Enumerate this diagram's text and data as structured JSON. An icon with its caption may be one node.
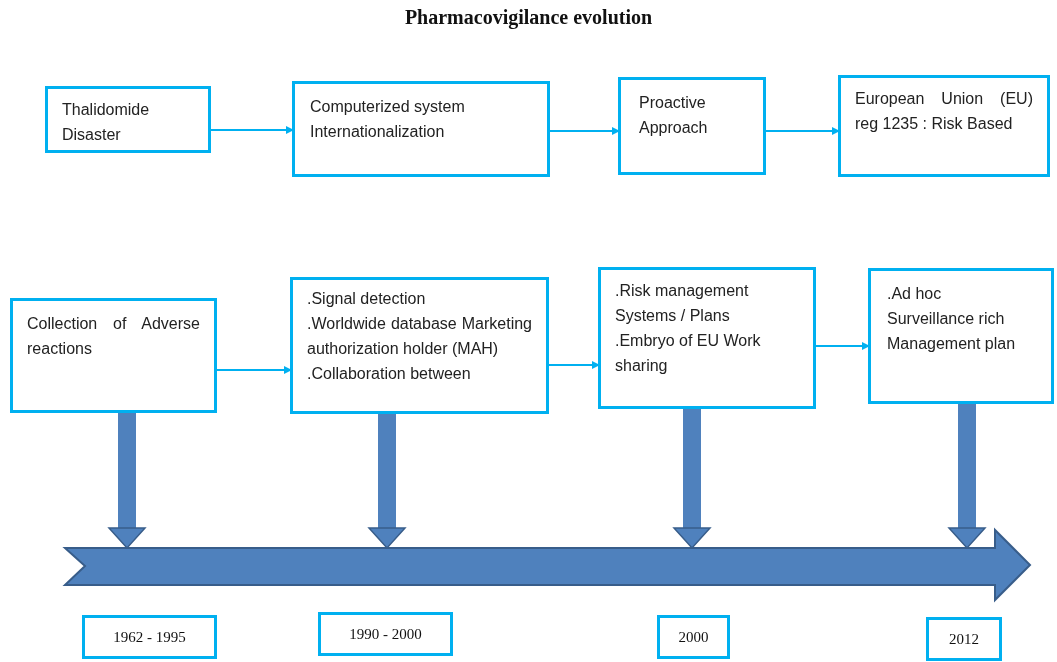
{
  "diagram": {
    "title": "Pharmacovigilance evolution",
    "nodes": [
      {
        "text": [
          "Thalidomide Disaster"
        ]
      },
      {
        "text": [
          "Computerized system Internationalization"
        ]
      },
      {
        "text": [
          "Proactive Approach"
        ]
      },
      {
        "text": [
          "European Union (EU) reg 1235 : Risk Based"
        ]
      },
      {
        "text": [
          "Collection of Adverse reactions"
        ]
      },
      {
        "text": [
          ".Signal detection",
          ".Worldwide database Marketing authorization holder (MAH)",
          ".Collaboration between"
        ]
      },
      {
        "text": [
          ".Risk management Systems / Plans",
          ".Embryo of EU Work sharing"
        ]
      },
      {
        "text": [
          ".Ad hoc",
          "Surveillance rich Management plan"
        ]
      },
      {
        "text": [],
        "shape": "arrow"
      },
      {
        "text": [
          "1962 - 1995"
        ]
      },
      {
        "text": [
          "1990 - 2000"
        ]
      },
      {
        "text": [
          "2000"
        ]
      },
      {
        "text": [
          "2012"
        ]
      }
    ],
    "edges": [
      {
        "from": 0,
        "to": 1,
        "arrow": "to"
      },
      {
        "from": 1,
        "to": 2,
        "arrow": "to"
      },
      {
        "from": 2,
        "to": 3,
        "arrow": "to"
      },
      {
        "from": 4,
        "to": 5,
        "arrow": "to"
      },
      {
        "from": 5,
        "to": 6,
        "arrow": "to"
      },
      {
        "from": 6,
        "to": 7,
        "arrow": "to"
      },
      {
        "from": 4,
        "to": 8,
        "arrow": "to",
        "style": "thick",
        "color": "#4f81bd"
      },
      {
        "from": 5,
        "to": 8,
        "arrow": "to",
        "style": "thick",
        "color": "#4f81bd"
      },
      {
        "from": 6,
        "to": 8,
        "arrow": "to",
        "style": "thick",
        "color": "#4f81bd"
      },
      {
        "from": 7,
        "to": 8,
        "arrow": "to",
        "style": "thick",
        "color": "#4f81bd"
      }
    ]
  }
}
